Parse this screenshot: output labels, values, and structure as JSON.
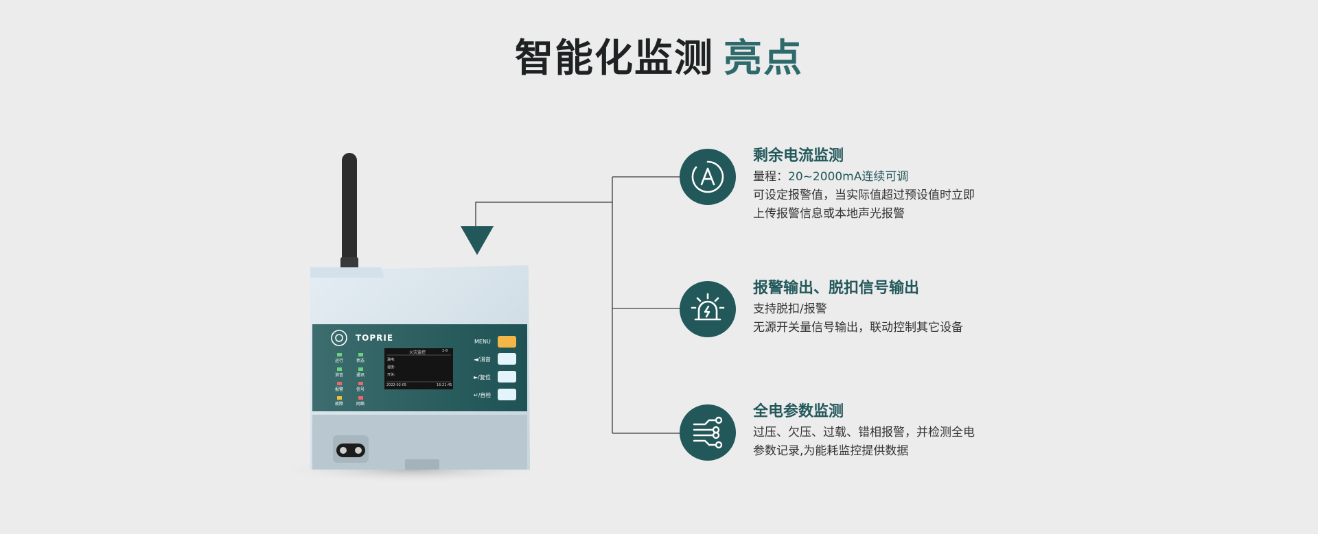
{
  "header": {
    "title_main": "智能化监测",
    "title_accent": "亮点"
  },
  "device": {
    "brand": "TOPRIE",
    "screen_title": "火灾监控",
    "screen_page": "2-8",
    "screen_rows": [
      "漏电:",
      "温度:",
      "开关:"
    ],
    "screen_date": "2022-02-05",
    "screen_time": "16:21:45",
    "menu_label": "MENU",
    "buttons": [
      "◄/消音",
      "►/复位",
      "↵/自检"
    ],
    "leds": [
      {
        "label": "运行",
        "color": "#6dd17d"
      },
      {
        "label": "状态",
        "color": "#6dd17d"
      },
      {
        "label": "消音",
        "color": "#6dd17d"
      },
      {
        "label": "通讯",
        "color": "#6dd17d"
      },
      {
        "label": "报警",
        "color": "#e86a6a"
      },
      {
        "label": "信号",
        "color": "#e86a6a"
      },
      {
        "label": "故障",
        "color": "#f0c33a"
      },
      {
        "label": "网络",
        "color": "#e86a6a"
      }
    ]
  },
  "features": [
    {
      "icon": "ammeter-icon",
      "title": "剩余电流监测",
      "lines": [
        {
          "prefix": "量程：",
          "highlight": "20~2000mA连续可调"
        },
        {
          "text": "可设定报警值，当实际值超过预设值时立即"
        },
        {
          "text": "上传报警信息或本地声光报警"
        }
      ]
    },
    {
      "icon": "alarm-light-icon",
      "title": "报警输出、脱扣信号输出",
      "lines": [
        {
          "text": "支持脱扣/报警"
        },
        {
          "text": "无源开关量信号输出，联动控制其它设备"
        }
      ]
    },
    {
      "icon": "circuit-icon",
      "title": "全电参数监测",
      "lines": [
        {
          "text": "过压、欠压、过载、错相报警，并检测全电"
        },
        {
          "text": "参数记录,为能耗监控提供数据"
        }
      ]
    }
  ],
  "colors": {
    "accent": "#23585b",
    "background": "#ececec",
    "title": "#1f2223"
  }
}
